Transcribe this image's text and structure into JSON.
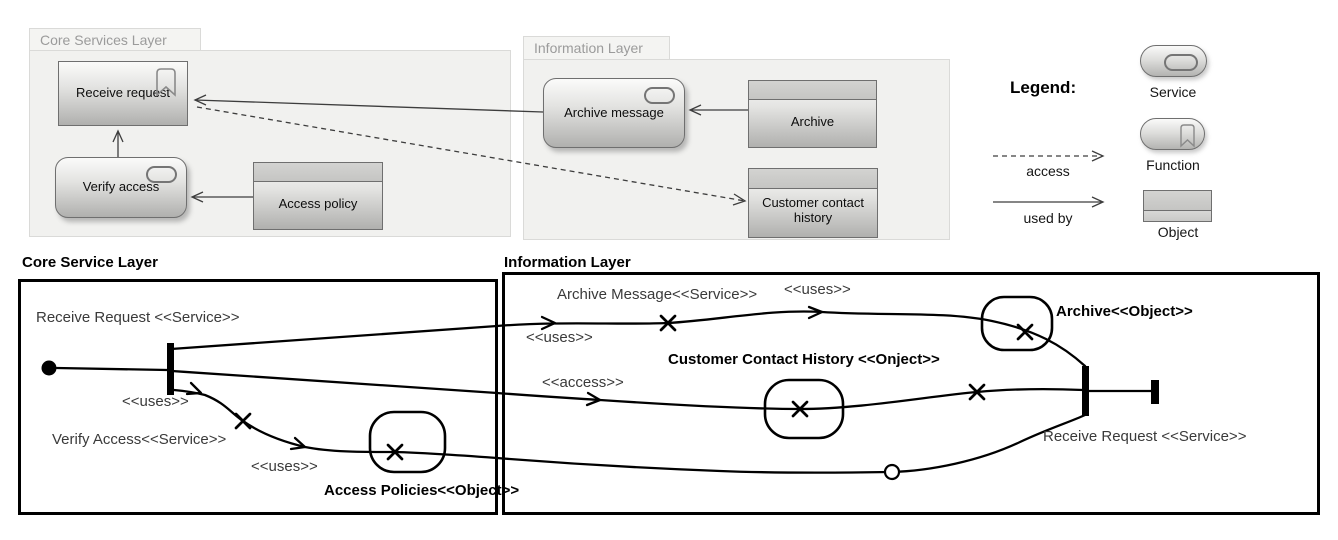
{
  "archimate_view": {
    "core_group_title": "Core Services Layer",
    "info_group_title": "Information Layer",
    "nodes": {
      "receive_request": "Receive request",
      "verify_access": "Verify access",
      "access_policy": "Access policy",
      "archive_message": "Archive message",
      "archive": "Archive",
      "customer_contact_history": "Customer contact history"
    }
  },
  "legend": {
    "title": "Legend:",
    "service_label": "Service",
    "function_label": "Function",
    "object_label": "Object",
    "access_label": "access",
    "used_by_label": "used by",
    "icons": [
      "service-oval-icon",
      "function-bookmark-icon",
      "object-banded-rect-icon"
    ]
  },
  "process_view": {
    "core_header": "Core Service Layer",
    "info_header": "Information Layer",
    "labels": {
      "receive_request_service": "Receive Request <<Service>>",
      "uses_fork": "<<uses>>",
      "verify_access_service": "Verify Access<<Service>>",
      "uses_verify": "<<uses>>",
      "access_policies_object": "Access Policies<<Object>>",
      "archive_message_service": "Archive Message<<Service>>",
      "uses_archive": "<<uses>>",
      "uses_top": "<<uses>>",
      "customer_contact_history_object": "Customer Contact History <<Onject>>",
      "access_rel": "<<access>>",
      "archive_object": "Archive<<Object>>",
      "receive_request_service_right": "Receive Request <<Service>>"
    }
  },
  "colors": {
    "diagram_stroke": "#000000",
    "top_wire_stroke": "#3d3d3d",
    "group_tab_text": "#9b9b9b"
  }
}
